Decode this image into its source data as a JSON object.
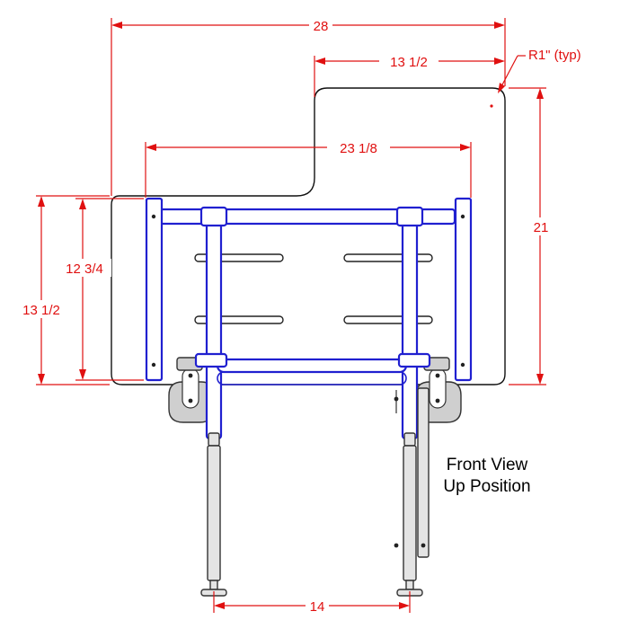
{
  "diagram": {
    "dimensions": {
      "overall_width": "28",
      "upper_width": "13 1/2",
      "radius_note": "R1\" (typ)",
      "frame_width": "23 1/8",
      "overall_depth": "21",
      "frame_depth": "12 3/4",
      "seat_depth": "13 1/2",
      "leg_spacing": "14"
    },
    "caption": {
      "line1": "Front View",
      "line2": "Up Position"
    },
    "colors": {
      "dimension": "#e01010",
      "frame": "#2020d0",
      "outline": "#111111"
    }
  }
}
